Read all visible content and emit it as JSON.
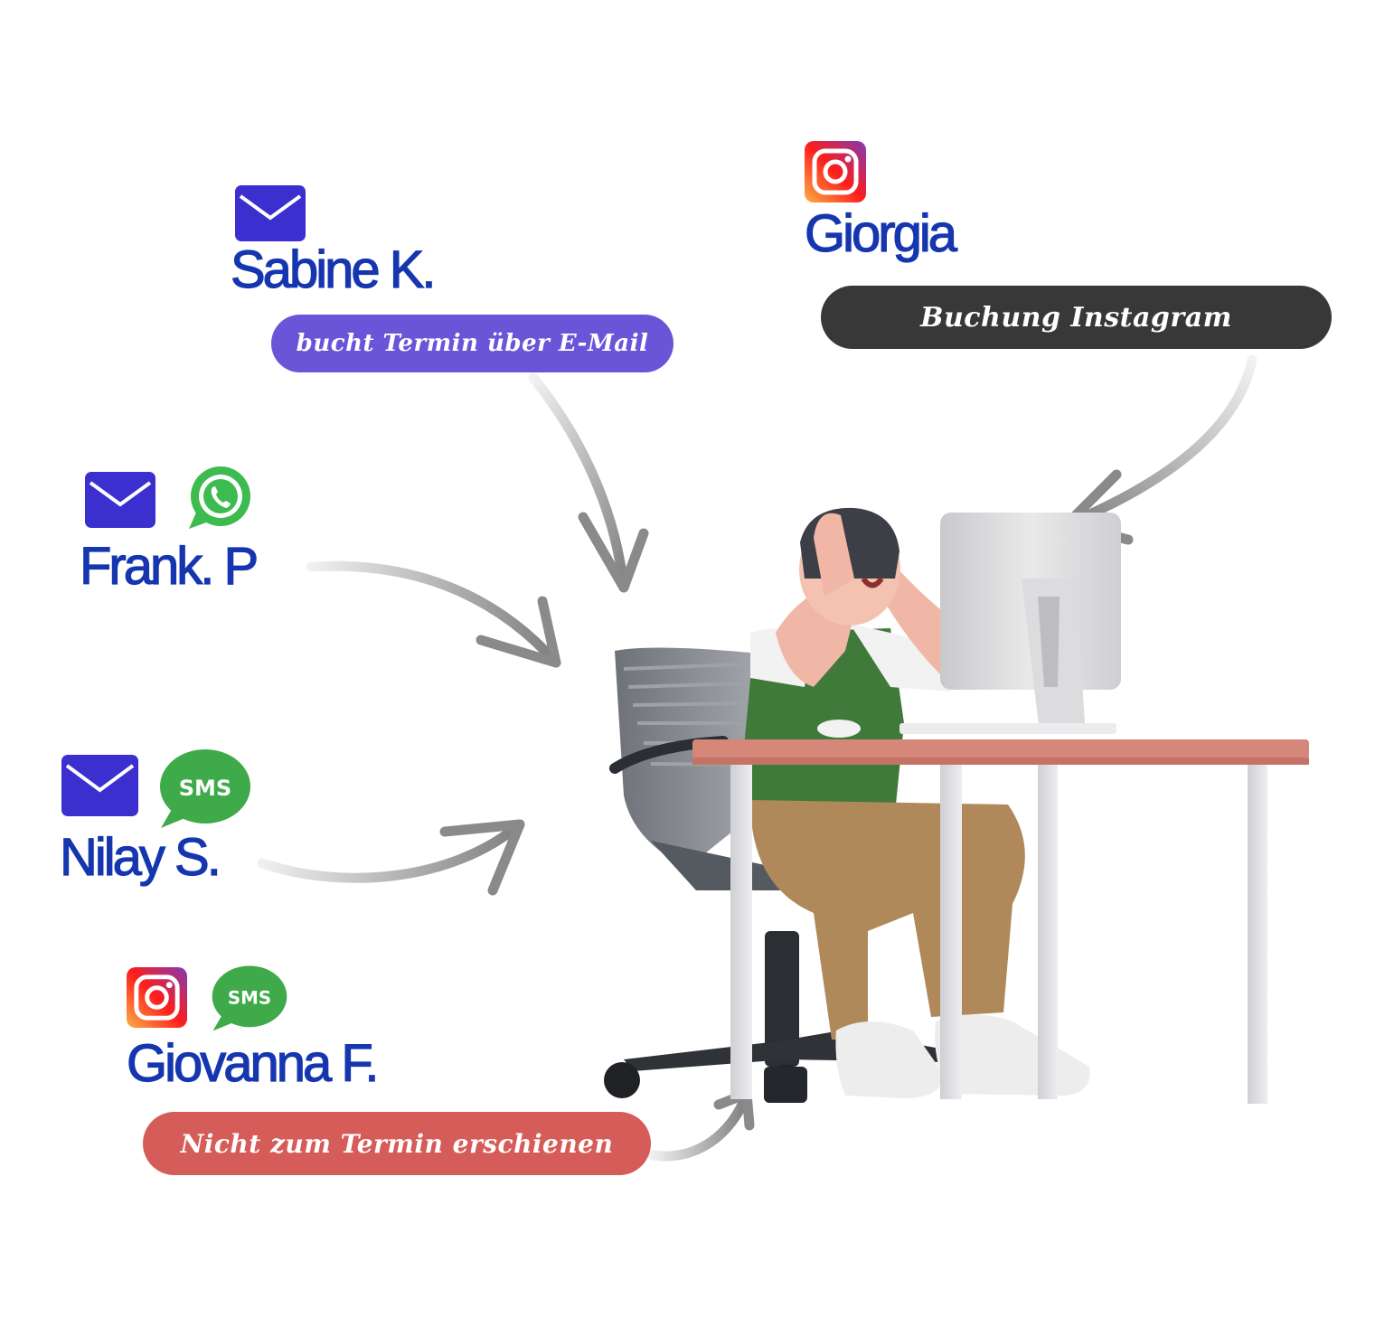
{
  "contacts": {
    "sabine": {
      "name": "Sabine K.",
      "channels": [
        "mail-icon"
      ],
      "note": "bucht Termin über E-Mail"
    },
    "giorgia": {
      "name": "Giorgia",
      "channels": [
        "instagram-icon"
      ],
      "note": "Buchung Instagram"
    },
    "frank": {
      "name": "Frank. P",
      "channels": [
        "mail-icon",
        "whatsapp-icon"
      ]
    },
    "nilay": {
      "name": "Nilay S.",
      "channels": [
        "mail-icon",
        "sms-icon"
      ]
    },
    "giovanna": {
      "name": "Giovanna F.",
      "channels": [
        "instagram-icon",
        "sms-icon"
      ],
      "note": "Nicht zum Termin erschienen"
    }
  },
  "sms_label": "SMS",
  "colors": {
    "name_text": "#1636b0",
    "mail_icon": "#3b2fd0",
    "pill_purple": "#6a55d9",
    "pill_dark": "#383838",
    "pill_red": "#d55c58",
    "sms_green": "#3faa49",
    "whatsapp_green": "#3dbb4e",
    "arrow_gray": "#8a8a8a"
  }
}
